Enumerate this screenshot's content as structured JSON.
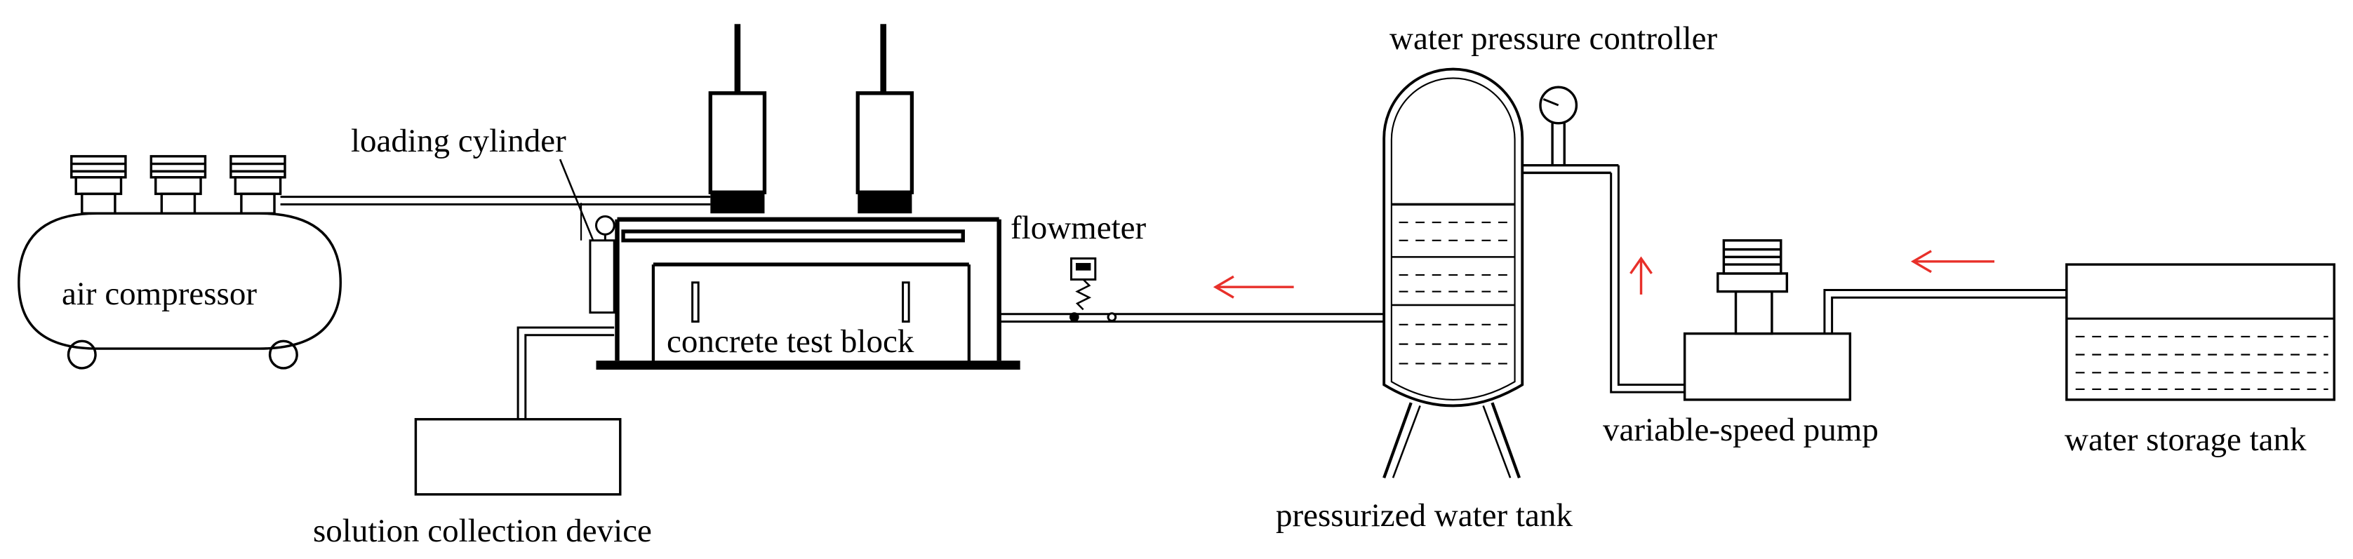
{
  "labels": {
    "loading_cylinder": "loading cylinder",
    "air_compressor": "air compressor",
    "flowmeter": "flowmeter",
    "concrete_test_block": "concrete test block",
    "solution_collection_device": "solution collection device",
    "water_pressure_controller": "water pressure controller",
    "pressurized_water_tank": "pressurized water tank",
    "variable_speed_pump": "variable-speed pump",
    "water_storage_tank": "water storage tank"
  },
  "colors": {
    "line": "#000000",
    "flow_arrow": "#e8302a",
    "background": "#ffffff"
  }
}
